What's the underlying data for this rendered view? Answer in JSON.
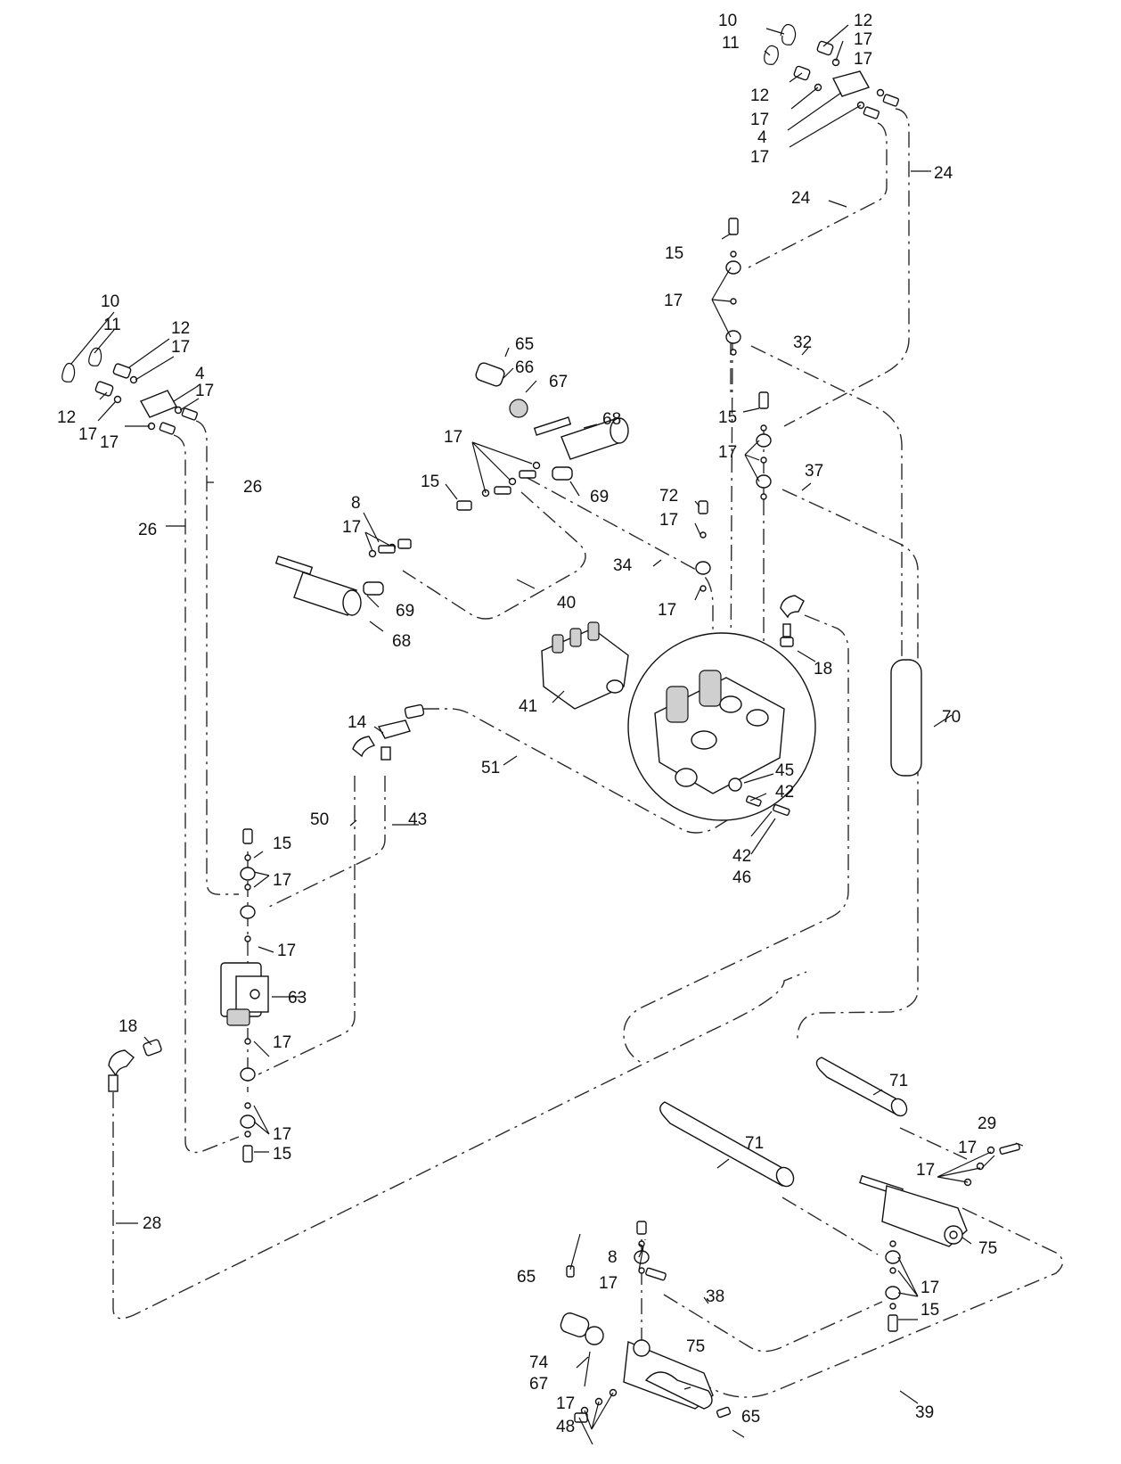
{
  "callouts": {
    "c10a": "10",
    "c11a": "11",
    "c12a": "12",
    "c17a": "17",
    "c17b": "17",
    "c12b": "12",
    "c17c": "17",
    "c4a": "4",
    "c17d": "17",
    "c24a": "24",
    "c24b": "24",
    "c15a": "15",
    "c17e": "17",
    "c32": "32",
    "c15b": "15",
    "c17f": "17",
    "c37": "37",
    "c72": "72",
    "c17g": "17",
    "c34": "34",
    "c17h": "17",
    "c65a": "65",
    "c66": "66",
    "c67a": "67",
    "c68a": "68",
    "c17i": "17",
    "c15c": "15",
    "c69a": "69",
    "c10b": "10",
    "c11b": "11",
    "c12c": "12",
    "c17j": "17",
    "c4b": "4",
    "c17k": "17",
    "c12d": "12",
    "c17l": "17",
    "c17m": "17",
    "c26a": "26",
    "c26b": "26",
    "c8a": "8",
    "c17n": "17",
    "c40": "40",
    "c69b": "69",
    "c68b": "68",
    "c41": "41",
    "c18a": "18",
    "c70": "70",
    "c14": "14",
    "c51": "51",
    "c45": "45",
    "c42a": "42",
    "c42b": "42",
    "c46": "46",
    "c50": "50",
    "c43": "43",
    "c15d": "15",
    "c17o": "17",
    "c17p": "17",
    "c63": "63",
    "c18b": "18",
    "c17q": "17",
    "c17r": "17",
    "c15e": "15",
    "c28": "28",
    "c71a": "71",
    "c71b": "71",
    "c29": "29",
    "c17s": "17",
    "c17t": "17",
    "c75a": "75",
    "c8b": "8",
    "c17u": "17",
    "c38": "38",
    "c65b": "65",
    "c74": "74",
    "c67b": "67",
    "c75b": "75",
    "c17v": "17",
    "c15f": "15",
    "c17w": "17",
    "c48": "48",
    "c65c": "65",
    "c39": "39"
  },
  "colors": {
    "line": "#111111",
    "fill": "#ffffff",
    "shade": "#cfcfcf"
  }
}
